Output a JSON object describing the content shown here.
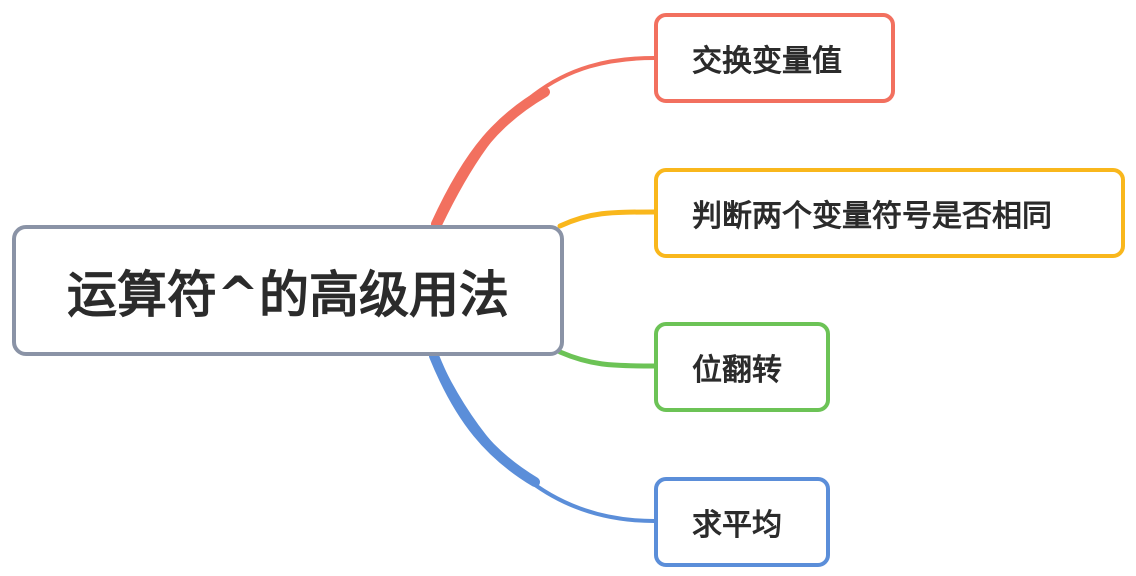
{
  "mindmap": {
    "root": {
      "label": "运算符^的高级用法",
      "border_color": "#8a93a6"
    },
    "branches": [
      {
        "label": "交换变量值",
        "color": "#f2705f"
      },
      {
        "label": "判断两个变量符号是否相同",
        "color": "#f9b71c"
      },
      {
        "label": "位翻转",
        "color": "#6cc356"
      },
      {
        "label": "求平均",
        "color": "#5b8ed9"
      }
    ]
  }
}
